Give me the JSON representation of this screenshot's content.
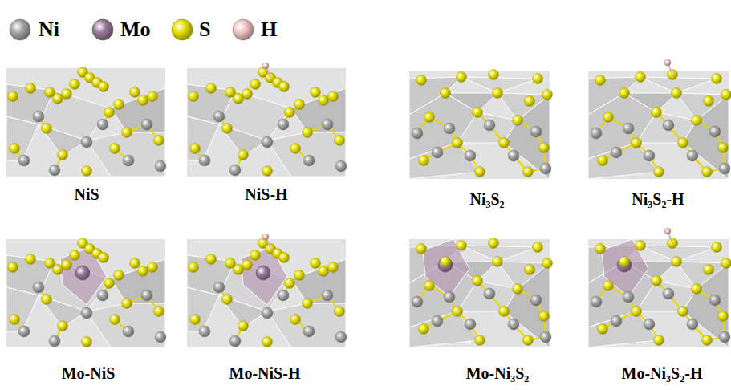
{
  "diagram": {
    "labels": [
      "NiS",
      "NiS-H",
      "Ni₃S₂",
      "Ni₃S₂-H",
      "Mo-NiS",
      "Mo-NiS-H",
      "Mo-Ni₃S₂",
      "Mo-Ni₃S₂-H"
    ],
    "legend": [
      {
        "text": "Ni",
        "color": "#a6a6a6"
      },
      {
        "text": "Mo",
        "color": "#9a7a9a"
      },
      {
        "text": "S",
        "color": "#e6e000"
      },
      {
        "text": "H",
        "color": "#f0c4c4"
      }
    ]
  }
}
